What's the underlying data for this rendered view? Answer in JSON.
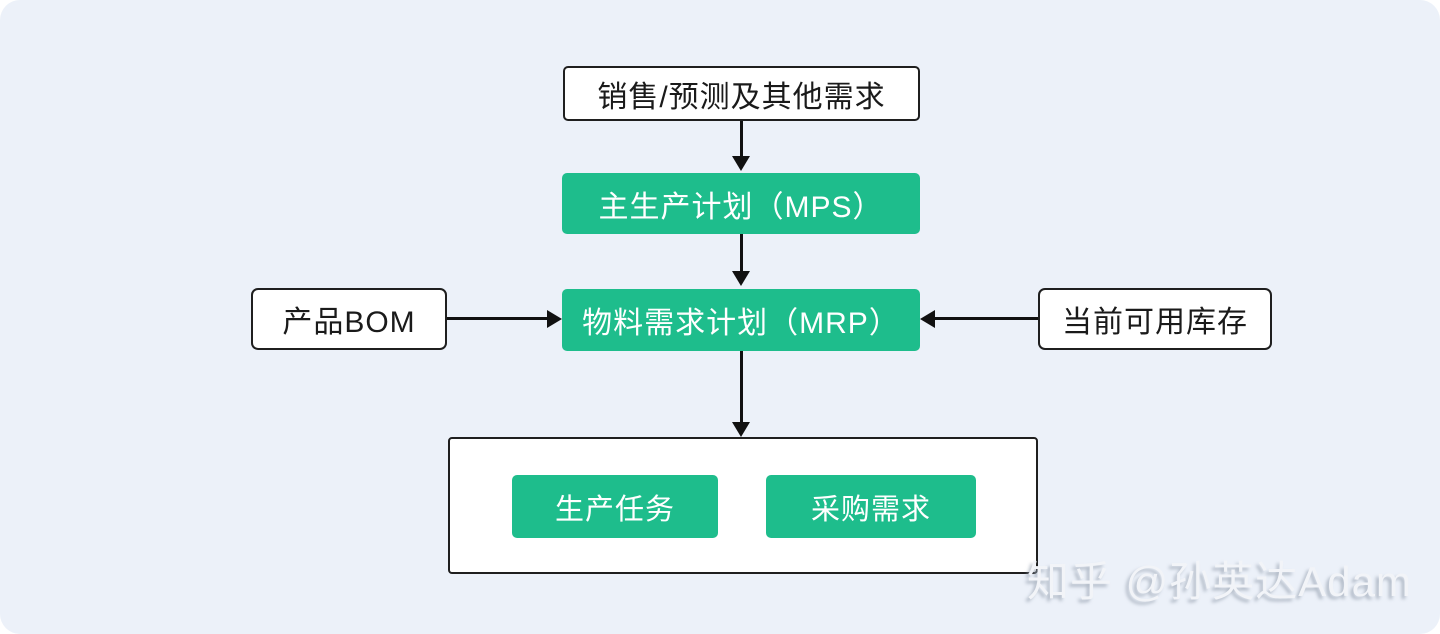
{
  "diagram": {
    "title_implied": "MRP planning flow",
    "nodes": {
      "demand": {
        "label": "销售/预测及其他需求",
        "type": "input",
        "shape": "white-box"
      },
      "mps": {
        "label": "主生产计划（MPS）",
        "type": "process",
        "shape": "green-box"
      },
      "mrp": {
        "label": "物料需求计划（MRP）",
        "type": "process",
        "shape": "green-box"
      },
      "bom": {
        "label": "产品BOM",
        "type": "input",
        "shape": "white-box"
      },
      "inventory": {
        "label": "当前可用库存",
        "type": "input",
        "shape": "white-box"
      },
      "production": {
        "label": "生产任务",
        "type": "output",
        "shape": "green-box"
      },
      "purchase": {
        "label": "采购需求",
        "type": "output",
        "shape": "green-box"
      }
    },
    "edges": [
      {
        "from": "demand",
        "to": "mps",
        "direction": "down"
      },
      {
        "from": "mps",
        "to": "mrp",
        "direction": "down"
      },
      {
        "from": "bom",
        "to": "mrp",
        "direction": "right"
      },
      {
        "from": "inventory",
        "to": "mrp",
        "direction": "left"
      },
      {
        "from": "mrp",
        "to": "outputs-container",
        "direction": "down"
      }
    ],
    "colors": {
      "node_green": "#1ebd8c",
      "node_text_on_green": "#ffffff",
      "node_text_on_white": "#1a1a1a",
      "box_border": "#1f1f1f",
      "arrow": "#111111",
      "background_panel": "#ecf1f9",
      "page_background": "#ffffff"
    }
  },
  "watermark": {
    "text": "知乎 @孙英达Adam"
  }
}
